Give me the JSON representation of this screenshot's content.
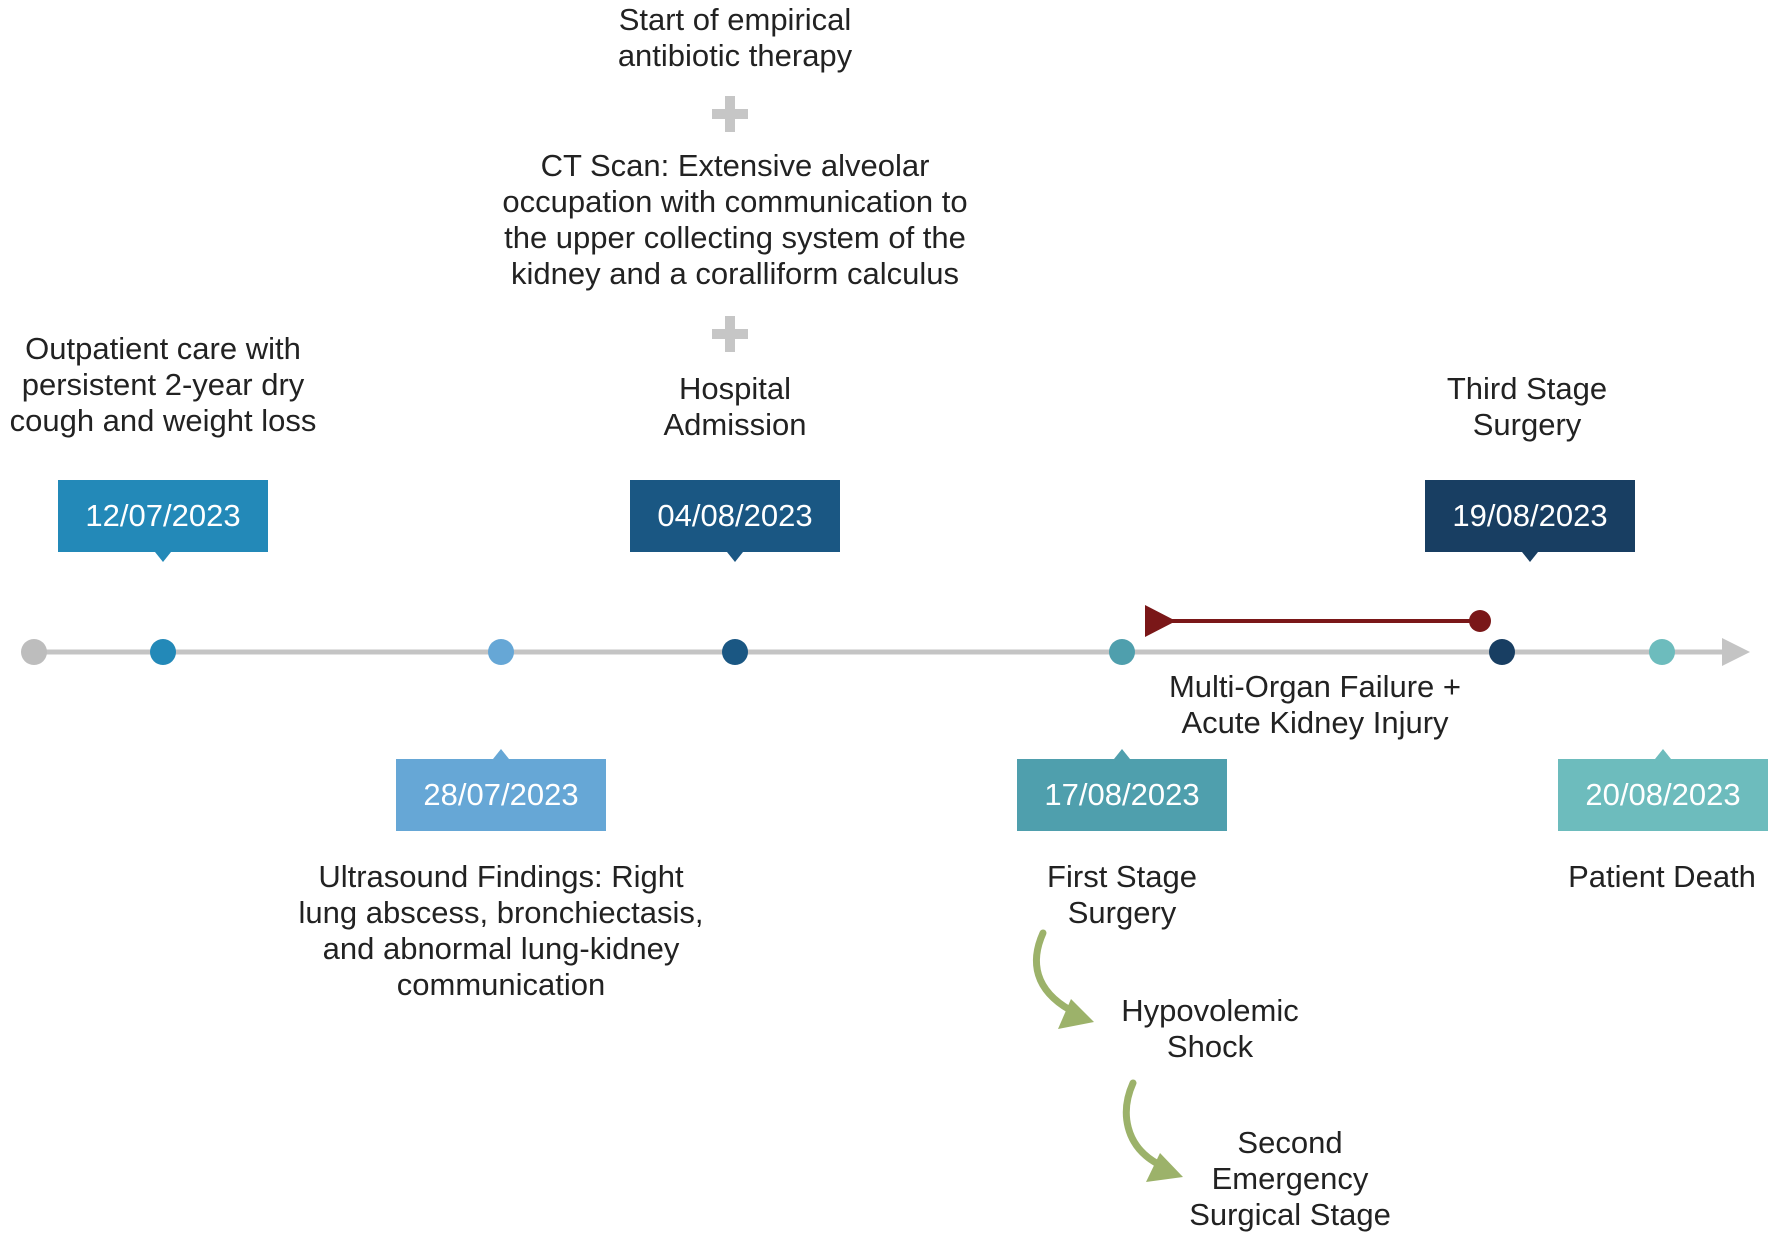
{
  "colors": {
    "axis": "#c4c4c4",
    "axis_start": "#bdbdbd",
    "ev1": "#2389b8",
    "ev2": "#66a7d6",
    "ev3": "#1a5783",
    "ev4": "#4f9fad",
    "ev5": "#183e62",
    "ev6": "#6dbcbd",
    "complication": "#7a1718",
    "flow_arrow": "#9cb26a"
  },
  "events": [
    {
      "date": "12/07/2023",
      "color": "#2389b8",
      "text": "Outpatient care with\npersistent 2-year dry\ncough and weight loss"
    },
    {
      "date": "28/07/2023",
      "color": "#66a7d6",
      "text": "Ultrasound Findings: Right\nlung abscess, bronchiectasis,\nand abnormal lung-kidney\ncommunication"
    },
    {
      "date": "04/08/2023",
      "color": "#1a5783",
      "text": "Hospital\nAdmission",
      "stack": [
        "Start of empirical\nantibiotic therapy",
        "CT Scan: Extensive alveolar\noccupation with communication to\nthe upper collecting system of the\nkidney and a coralliform calculus"
      ]
    },
    {
      "date": "17/08/2023",
      "color": "#4f9fad",
      "text": "First Stage\nSurgery",
      "followups": [
        "Hypovolemic\nShock",
        "Second\nEmergency\nSurgical Stage"
      ]
    },
    {
      "date": "19/08/2023",
      "color": "#183e62",
      "text": "Third Stage\nSurgery"
    },
    {
      "date": "20/08/2023",
      "color": "#6dbcbd",
      "text": "Patient Death"
    }
  ],
  "complication": {
    "label": "Multi-Organ Failure +\nAcute Kidney Injury",
    "color": "#7a1718"
  }
}
